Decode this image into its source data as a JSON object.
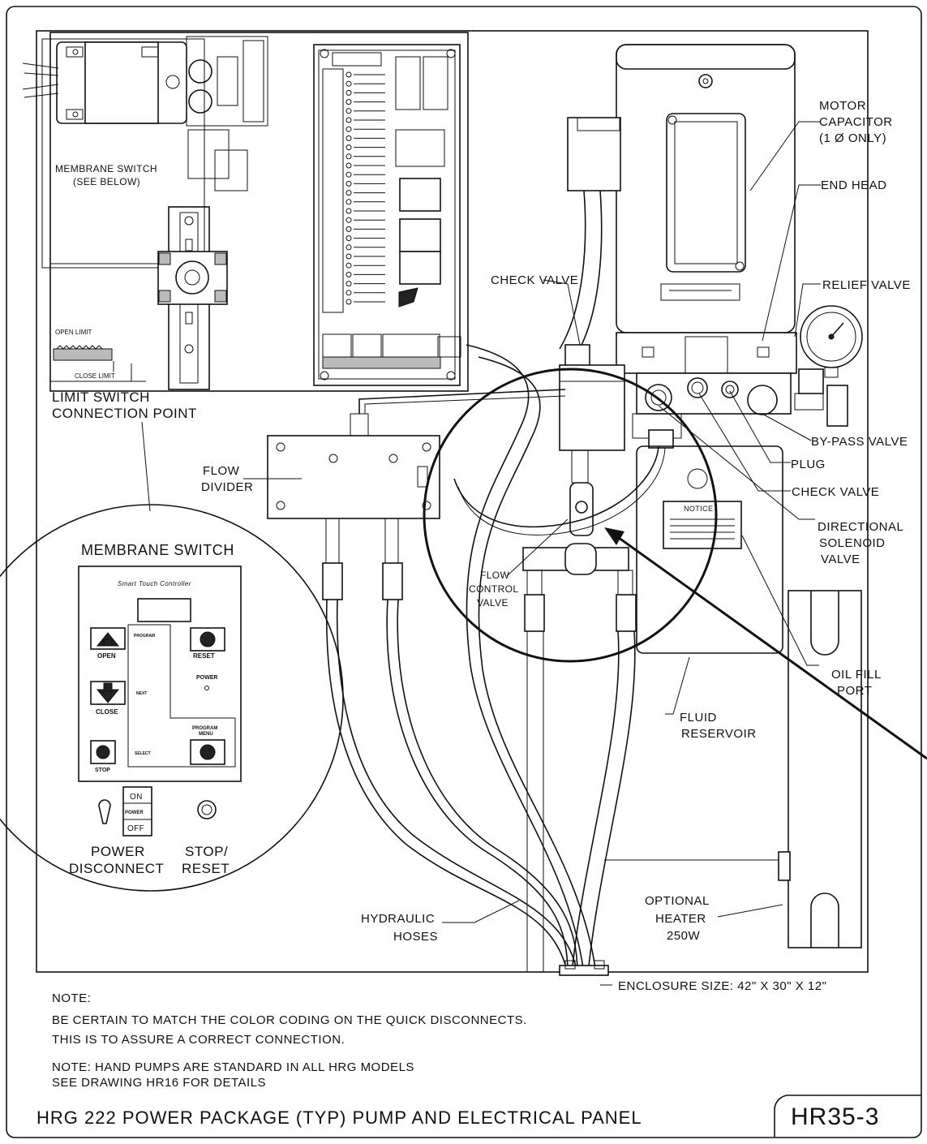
{
  "labels": {
    "motor_capacitor": [
      "MOTOR",
      "CAPACITOR",
      "(1 Ø ONLY)"
    ],
    "end_head": "END HEAD",
    "relief_valve": "RELIEF VALVE",
    "check_valve_top": "CHECK VALVE",
    "membrane_switch_ref": [
      "MEMBRANE SWITCH",
      "(SEE BELOW)"
    ],
    "open_limit": "OPEN LIMIT",
    "close_limit": "CLOSE LIMIT",
    "limit_switch_connection": [
      "LIMIT SWITCH",
      "CONNECTION POINT"
    ],
    "flow_divider": [
      "FLOW",
      "DIVIDER"
    ],
    "bypass_valve": "BY-PASS VALVE",
    "plug": "PLUG",
    "check_valve_right": "CHECK VALVE",
    "directional_solenoid_valve": [
      "DIRECTIONAL",
      "SOLENOID",
      "VALVE"
    ],
    "flow_control_valve": [
      "FLOW",
      "CONTROL",
      "VALVE"
    ],
    "notice": "NOTICE",
    "oil_fill_port": [
      "OIL FILL",
      "PORT"
    ],
    "fluid_reservoir": [
      "FLUID",
      "RESERVOIR"
    ],
    "optional_heater": [
      "OPTIONAL",
      "HEATER",
      "250W"
    ],
    "hydraulic_hoses": [
      "HYDRAULIC",
      "HOSES"
    ],
    "enclosure_size": "ENCLOSURE SIZE: 42\" X 30\" X 12\"",
    "power_disconnect": [
      "POWER",
      "DISCONNECT"
    ],
    "stop_reset": [
      "STOP/",
      "RESET"
    ]
  },
  "membrane_switch": {
    "title": "MEMBRANE SWITCH",
    "brand": "Smart Touch Controller",
    "open": "OPEN",
    "close": "CLOSE",
    "stop": "STOP",
    "reset": "RESET",
    "program_menu": [
      "PROGRAM",
      "MENU"
    ],
    "power": "POWER",
    "program": "PROGRAM",
    "next": "NEXT",
    "select": "SELECT",
    "switch_on": "ON",
    "switch_power": "POWER",
    "switch_off": "OFF"
  },
  "notes": {
    "note1_label": "NOTE:",
    "note1_line1": "BE CERTAIN TO MATCH THE COLOR CODING ON THE QUICK DISCONNECTS.",
    "note1_line2": "THIS IS TO ASSURE A CORRECT CONNECTION.",
    "note2_line1": "NOTE: HAND PUMPS ARE STANDARD IN ALL HRG MODELS",
    "note2_line2": "SEE DRAWING HR16 FOR DETAILS"
  },
  "title_block": {
    "title": "HRG 222 POWER PACKAGE (TYP) PUMP AND ELECTRICAL PANEL",
    "drawing_number": "HR35-3"
  }
}
